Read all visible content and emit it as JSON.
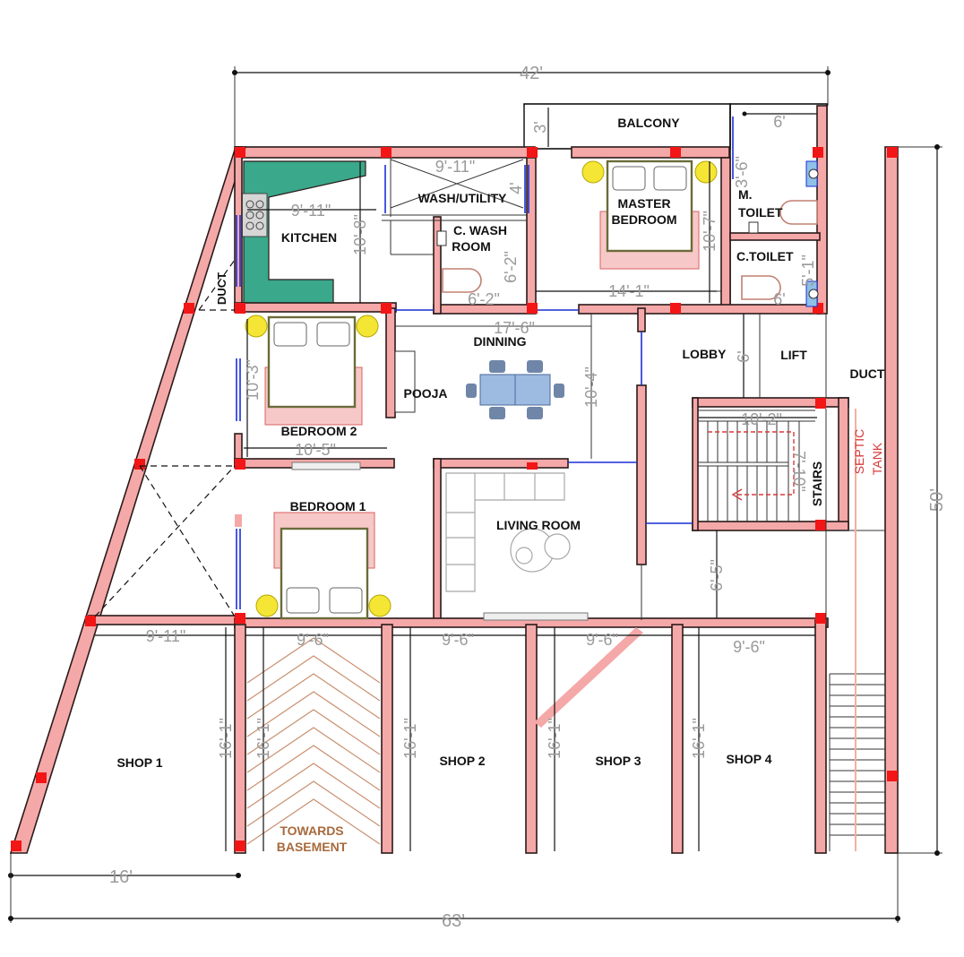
{
  "rooms": {
    "balcony": "BALCONY",
    "wash_utility": "WASH/UTILITY",
    "kitchen": "KITCHEN",
    "c_wash_line1": "C. WASH",
    "c_wash_line2": "ROOM",
    "master_bed_line1": "MASTER",
    "master_bed_line2": "BEDROOM",
    "m_toilet_line1": "M.",
    "m_toilet_line2": "TOILET",
    "c_toilet": "C.TOILET",
    "duct_left": "DUCT",
    "dinning": "DINNING",
    "lobby": "LOBBY",
    "lift": "LIFT",
    "duct_right": "DUCT",
    "pooja": "POOJA",
    "bedroom2": "BEDROOM 2",
    "bedroom1": "BEDROOM 1",
    "stairs": "STAIRS",
    "septic_line1": "SEPTIC",
    "septic_line2": "TANK",
    "living_room": "LIVING ROOM",
    "shop1": "SHOP 1",
    "shop2": "SHOP 2",
    "shop3": "SHOP 3",
    "shop4": "SHOP 4",
    "basement_line1": "TOWARDS",
    "basement_line2": "BASEMENT"
  },
  "dimensions": {
    "top_overall": "42'",
    "balcony_depth": "3'",
    "toilet_width": "6'",
    "toilet_depth": "3'-6\"",
    "wash_width": "9'-11\"",
    "wash_depth": "4'",
    "kitchen_width": "9'-11\"",
    "kitchen_depth": "10'-8\"",
    "master_depth": "10'-7\"",
    "cwash_depth": "6'-2\"",
    "cwash_width": "6'-2\"",
    "master_width": "14'-1\"",
    "ctoilet_depth": "5'-1\"",
    "ctoilet_width": "6'",
    "dinning_width": "17'-6\"",
    "dinning_depth": "10'-4\"",
    "lobby_depth": "6'",
    "bedroom2_depth": "10'-3\"",
    "bedroom2_width": "10'-5\"",
    "stairs_width": "10'-2\"",
    "stairs_depth": "7'-10\"",
    "right_overall": "50'",
    "lobby_lower": "6'-5\"",
    "shop1_width": "9'-11\"",
    "shop2_width_a": "9'-6\"",
    "shop2_width_b": "9'-6\"",
    "shop3_width": "9'-6\"",
    "shop4_width": "9'-6\"",
    "shop1_depth": "16'-1\"",
    "basement_depth": "16'-1\"",
    "shop2_depth": "16'-1\"",
    "shop3_depth": "16'-1\"",
    "shop4_depth": "16'-1\"",
    "left_bottom": "16'",
    "bottom_overall": "63'"
  },
  "colors": {
    "wall_fill": "#f5a8a8",
    "column": "#f21616",
    "kitchen_counter": "#3aa88a",
    "window": "#1a2fd6",
    "dimension_text": "#9a9a9a",
    "septic_text": "#d83a3a",
    "basement_text": "#a86a3c"
  }
}
